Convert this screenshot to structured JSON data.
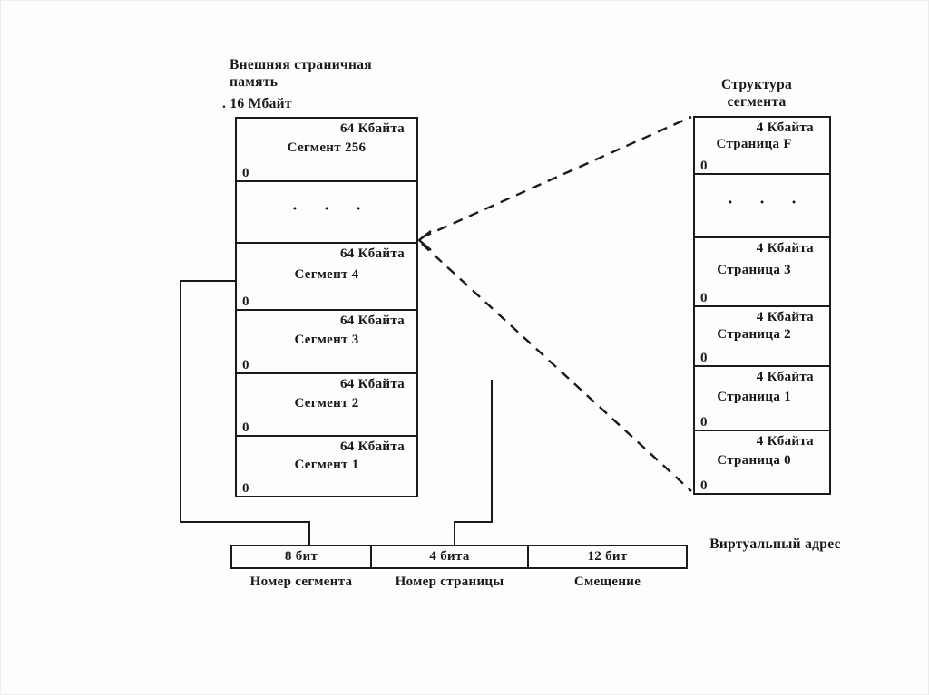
{
  "colors": {
    "ink": "#1d1b19",
    "background": "#fdfdfd"
  },
  "memory": {
    "title": "Внешняя страничная память",
    "size_label": ". 16 Мбайт",
    "rows": [
      {
        "size": "64 Кбайта",
        "name": "Сегмент 256",
        "origin": "0"
      },
      {
        "dots": "· · ·"
      },
      {
        "size": "64 Кбайта",
        "name": "Сегмент 4",
        "origin": "0"
      },
      {
        "size": "64 Кбайта",
        "name": "Сегмент 3",
        "origin": "0"
      },
      {
        "size": "64 Кбайта",
        "name": "Сегмент 2",
        "origin": "0"
      },
      {
        "size": "64 Кбайта",
        "name": "Сегмент 1",
        "origin": "0"
      }
    ]
  },
  "segment_structure": {
    "title": "Структура сегмента",
    "rows": [
      {
        "size": "4 Кбайта",
        "name": "Страница F",
        "origin": "0"
      },
      {
        "dots": "· · ·"
      },
      {
        "size": "4 Кбайта",
        "name": "Страница 3",
        "origin": "0"
      },
      {
        "size": "4 Кбайта",
        "name": "Страница 2",
        "origin": "0"
      },
      {
        "size": "4 Кбайта",
        "name": "Страница 1",
        "origin": "0"
      },
      {
        "size": "4 Кбайта",
        "name": "Страница 0",
        "origin": "0"
      }
    ]
  },
  "virtual_address": {
    "label": "Виртуальный адрес",
    "fields": [
      {
        "bits": "8 бит",
        "caption": "Номер сегмента"
      },
      {
        "bits": "4 бита",
        "caption": "Номер страницы"
      },
      {
        "bits": "12 бит",
        "caption": "Смещение"
      }
    ]
  }
}
